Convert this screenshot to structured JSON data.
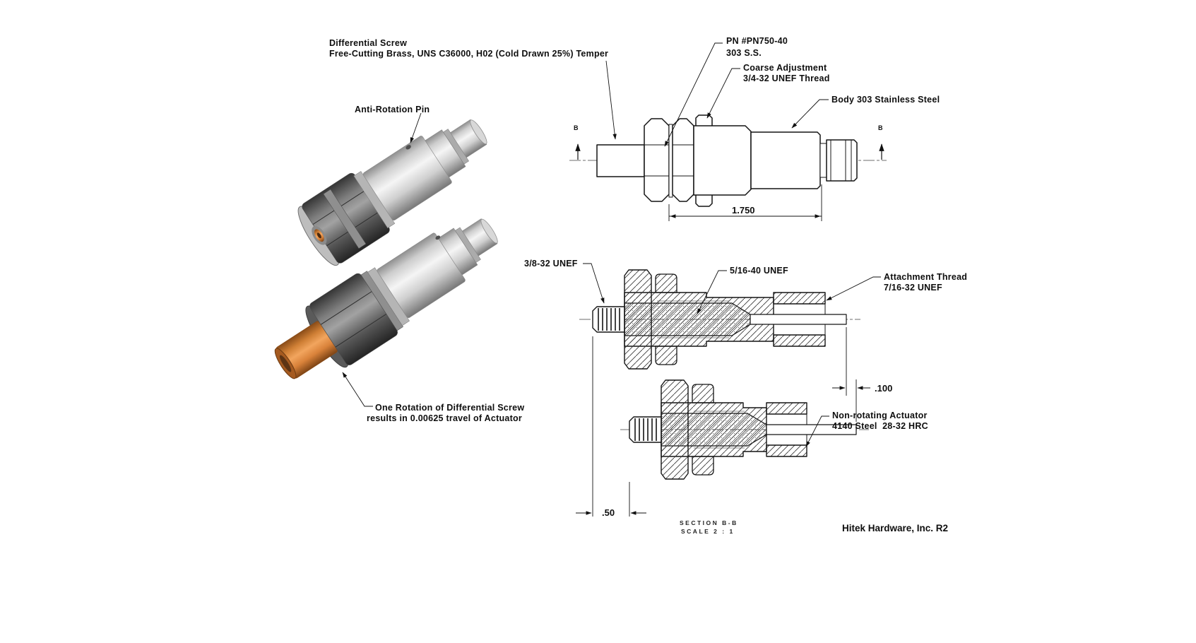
{
  "annotations": {
    "differential_screw": {
      "line1": "Differential Screw",
      "line2": "Free-Cutting Brass, UNS C36000, H02 (Cold Drawn 25%) Temper"
    },
    "anti_rotation_pin": {
      "label": "Anti-Rotation Pin"
    },
    "part_number": {
      "line1": "PN #PN750-40",
      "line2": "303 S.S."
    },
    "coarse_adjustment": {
      "line1": "Coarse Adjustment",
      "line2": "3/4-32 UNEF Thread"
    },
    "body_material": {
      "label": "Body 303 Stainless Steel"
    },
    "thread_3_8": {
      "label": "3/8-32 UNEF"
    },
    "thread_5_16": {
      "label": "5/16-40 UNEF"
    },
    "attachment_thread": {
      "line1": "Attachment Thread",
      "line2": "7/16-32 UNEF"
    },
    "non_rotating_actuator": {
      "line1": "Non-rotating Actuator",
      "line2": "4140 Steel  28-32 HRC"
    },
    "rotation_note": {
      "line1": "One Rotation of Differential Screw",
      "line2": "results in 0.00625 travel of Actuator"
    }
  },
  "dimensions": {
    "overall_length": "1.750",
    "actuator_travel": ".100",
    "screw_offset": ".50"
  },
  "section_view": {
    "name": "SECTION B-B",
    "scale": "SCALE 2 : 1",
    "cut_marker": "B"
  },
  "title_block": {
    "company": "Hitek Hardware, Inc. R2"
  },
  "colors": {
    "brass": "#d9813b",
    "steel_light": "#e8e8e8",
    "steel_dark": "#4a4a4a",
    "line": "#141414"
  }
}
